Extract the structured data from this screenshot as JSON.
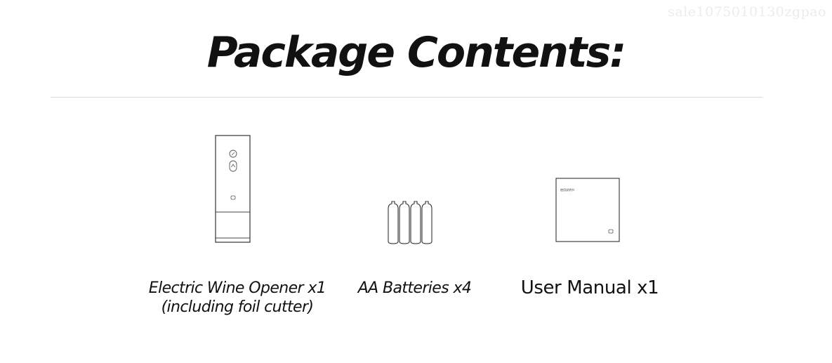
{
  "watermark": "sale1075010130zgpao",
  "heading": {
    "title": "Package Contents:"
  },
  "items": [
    {
      "caption_line1": "Electric Wine Opener x1",
      "caption_line2": "(including foil cutter)",
      "icon": "wine-opener-icon"
    },
    {
      "caption_line1": "AA Batteries x4",
      "icon": "batteries-icon"
    },
    {
      "caption_line1": "User Manual x1",
      "icon": "manual-icon",
      "manual_cover_text": "使用说明书"
    }
  ]
}
